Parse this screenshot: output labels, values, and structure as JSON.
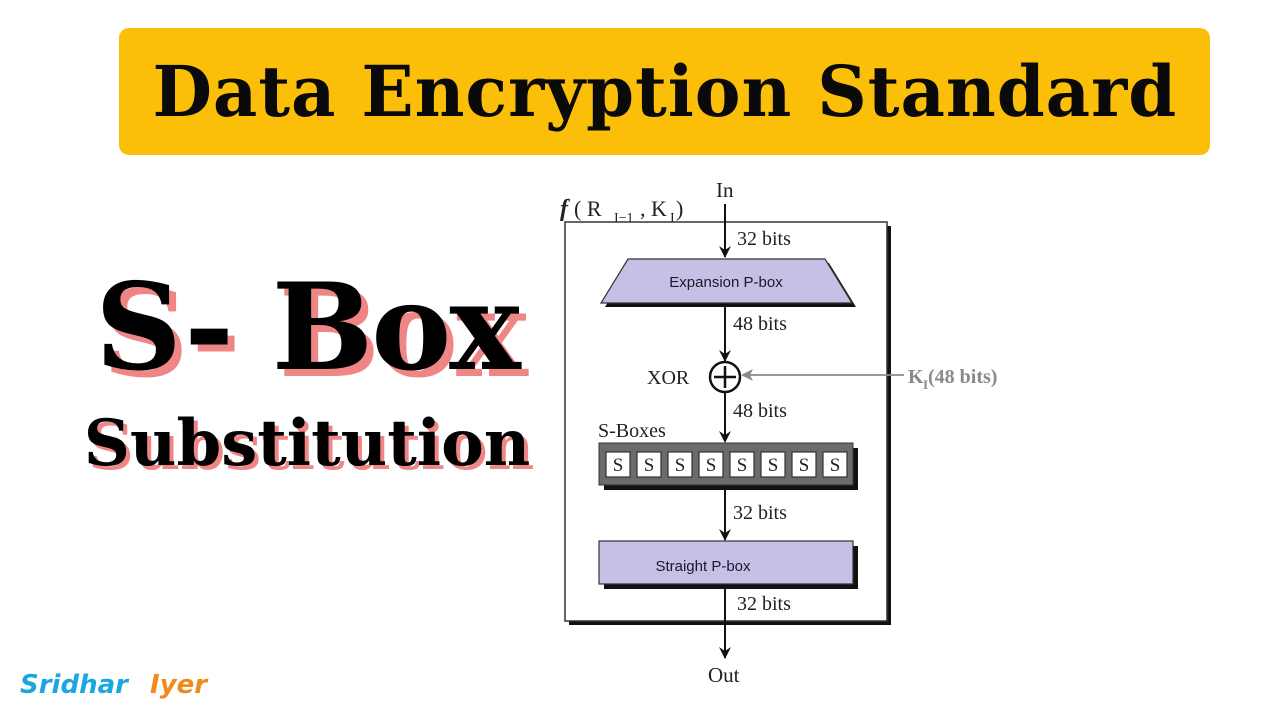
{
  "banner": {
    "title": "Data Encryption Standard",
    "background_color": "#fbbf0a"
  },
  "left_panel": {
    "title": "S- Box",
    "subtitle": "Substitution",
    "shadow_color": "#ef8585"
  },
  "author": {
    "first_name": "Sridhar",
    "last_name": "Iyer",
    "first_color": "#1aa7e0",
    "last_color": "#f08a1d"
  },
  "diagram": {
    "function_label": "f",
    "function_args_open": "( R",
    "function_args_sub1": "I−1",
    "function_args_mid": ", K",
    "function_args_sub2": "I",
    "function_args_close": " )",
    "input_label": "In",
    "output_label": "Out",
    "expansion_box_label": "Expansion P-box",
    "straight_box_label": "Straight P-box",
    "xor_label": "XOR",
    "sboxes_label": "S-Boxes",
    "sbox_cell_label": "S",
    "sbox_count": 8,
    "key_label_main": "K",
    "key_label_sub": "I",
    "key_label_suffix": " (48 bits)",
    "edge_labels": {
      "in_to_expansion": "32 bits",
      "expansion_to_xor": "48 bits",
      "xor_to_sboxes": "48 bits",
      "sboxes_to_straight": "32 bits",
      "straight_to_out": "32 bits"
    },
    "box_fill_color": "#c6bfe6",
    "sbox_bar_color": "#6b6b6b",
    "key_line_color": "#8a8a8a"
  }
}
